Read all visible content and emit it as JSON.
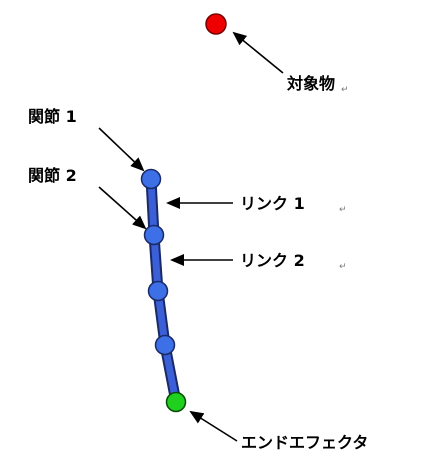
{
  "labels": {
    "target": "対象物",
    "joint1": "関節 1",
    "joint2": "関節 2",
    "link1": "リンク 1",
    "link2": "リンク 2",
    "end_effector": "エンドエフェクタ"
  },
  "paragraph_mark": "↵",
  "colors": {
    "target": "#ee0000",
    "joint": "#3d6fe6",
    "link": "#3a5fd6",
    "outline": "#1a2a66",
    "end_effector": "#1fd01f",
    "arrow": "#000000"
  }
}
